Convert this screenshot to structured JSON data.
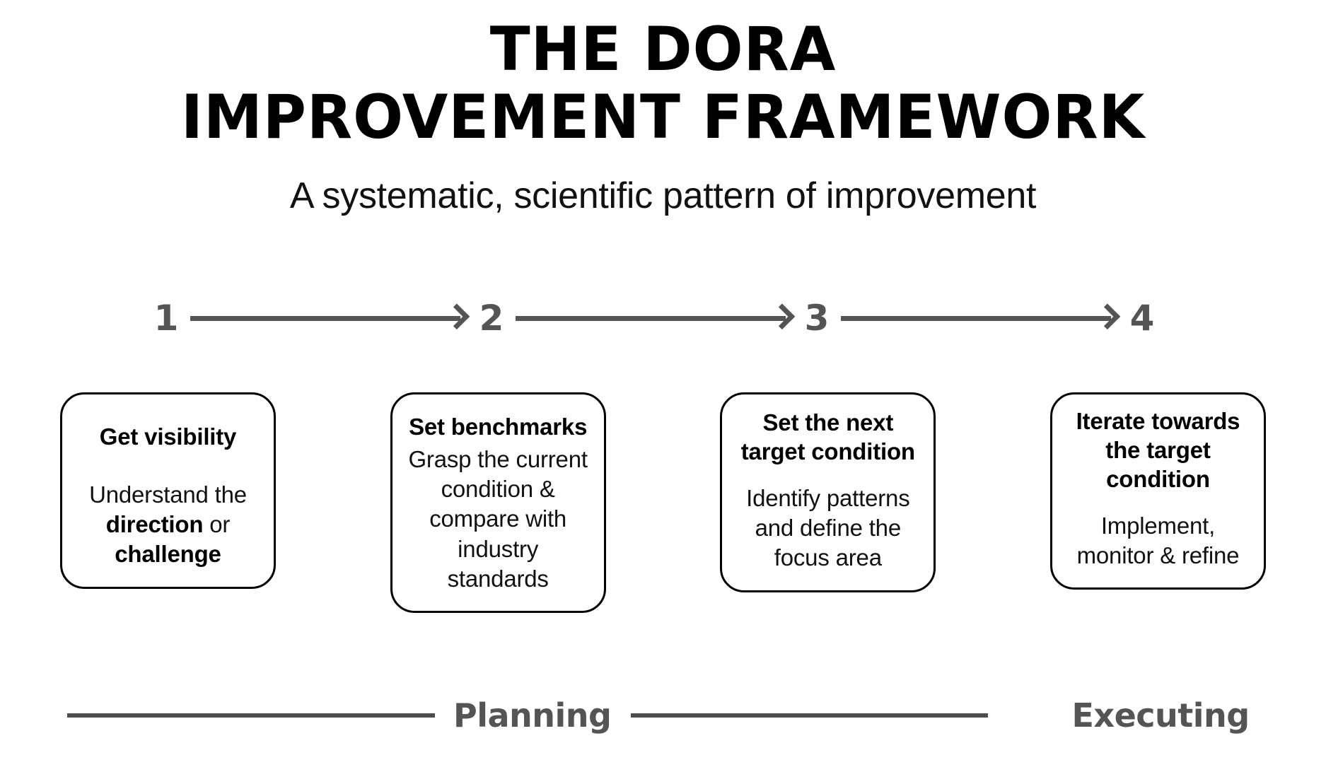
{
  "header": {
    "title_line1": "THE DORA",
    "title_line2": "IMPROVEMENT FRAMEWORK",
    "subtitle": "A systematic, scientific pattern of improvement"
  },
  "steps": {
    "numbers": [
      "1",
      "2",
      "3",
      "4"
    ]
  },
  "cards": [
    {
      "number": "1",
      "title": "Get visibility",
      "body_prefix": "Understand the ",
      "body_bold_1": "direction",
      "body_middle": " or ",
      "body_bold_2": "challenge",
      "body_plain": "Understand the direction or challenge"
    },
    {
      "number": "2",
      "title": "Set benchmarks",
      "body_plain": "Grasp the current condition & compare with industry standards"
    },
    {
      "number": "3",
      "title": "Set the next target condition",
      "body_plain": "Identify patterns and define the focus area"
    },
    {
      "number": "4",
      "title": "Iterate towards the target condition",
      "body_plain": "Implement, monitor & refine"
    }
  ],
  "phases": {
    "planning_label": "Planning",
    "executing_label": "Executing"
  },
  "colors": {
    "background": "#ffffff",
    "text": "#000000",
    "accent_gray": "#545454",
    "line_gray": "#4d4d4d",
    "card_border": "#000000"
  }
}
